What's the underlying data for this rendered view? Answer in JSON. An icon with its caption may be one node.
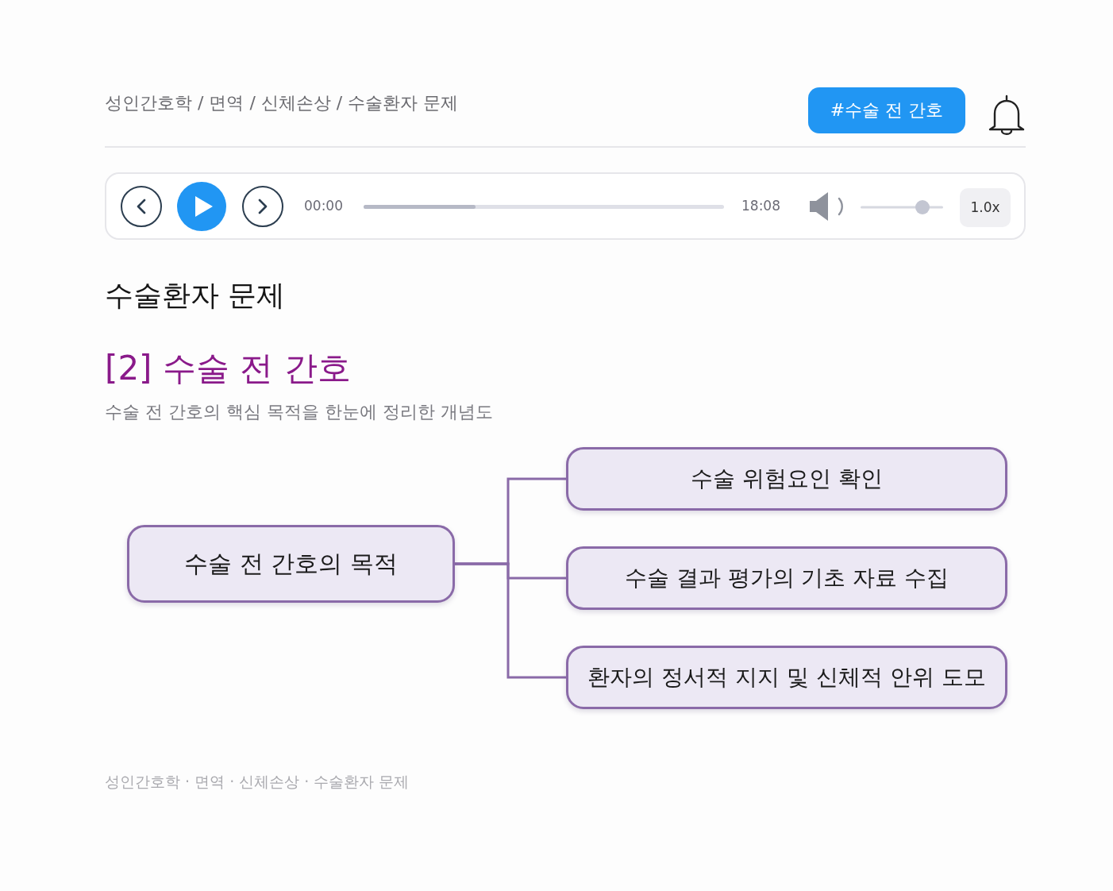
{
  "diagram": {
    "title": "[2] 수술 전 간호",
    "nodes": [
      {
        "text": [
          "수술 전 간호의 목적"
        ]
      },
      {
        "text": [
          "수술 위험요인 확인"
        ]
      },
      {
        "text": [
          "수술 결과 평가의 기초 자료 수집"
        ]
      },
      {
        "text": [
          "환자의 정서적 지지 및 신체적 안위 도모"
        ]
      }
    ],
    "edges": [
      {
        "from": 0,
        "to": 1,
        "arrow": "none"
      },
      {
        "from": 0,
        "to": 2,
        "arrow": "none"
      },
      {
        "from": 0,
        "to": 3,
        "arrow": "none"
      }
    ],
    "labels": [
      "성인간호학 / 면역 / 신체손상 / 수술환자 문제",
      "#수술 전 간호",
      "00:00",
      "18:08",
      "1.0x",
      "수술환자 문제",
      "수술 전 간호의 핵심 목적을 한눈에 정리한 개념도",
      "성인간호학 · 면역 · 신체손상 · 수술환자 문제"
    ]
  }
}
